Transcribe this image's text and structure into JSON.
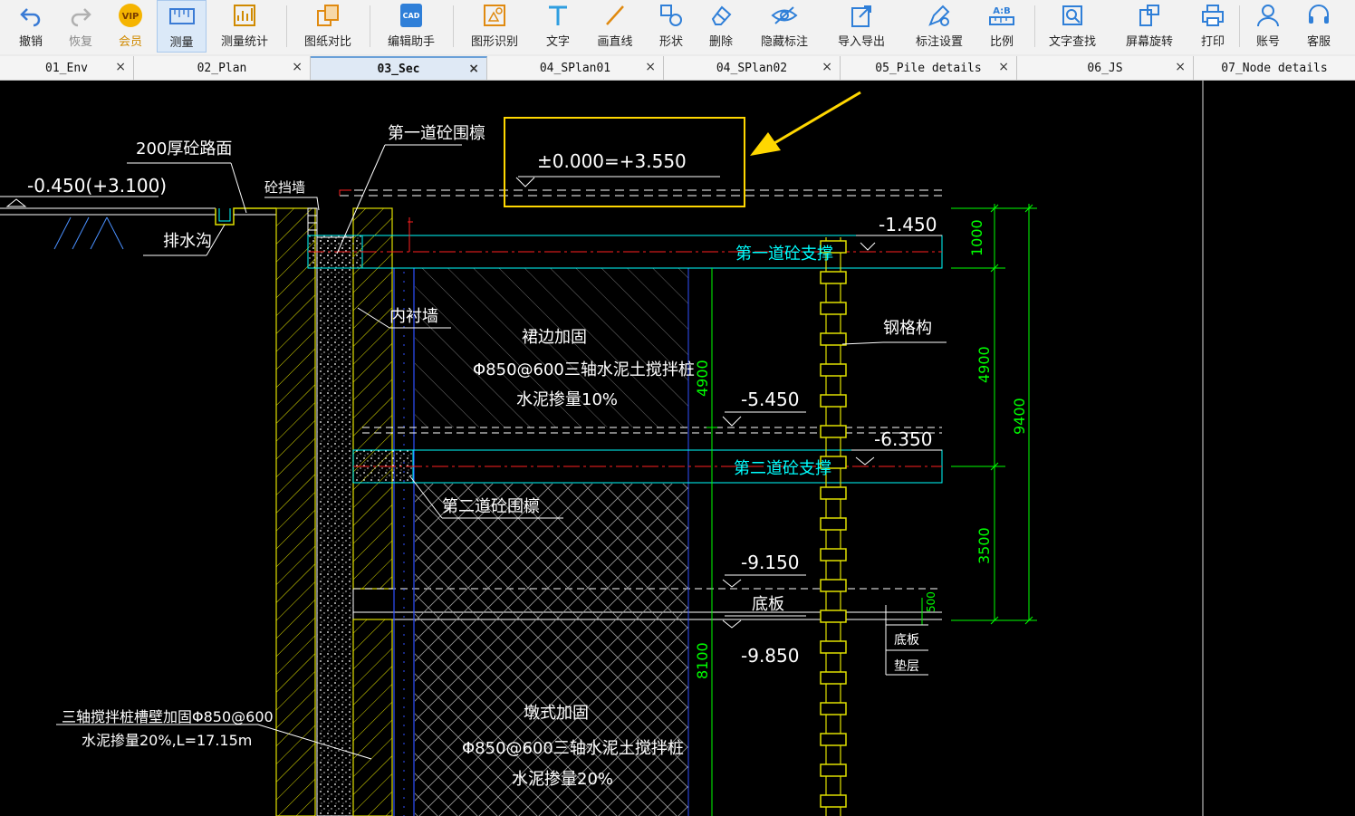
{
  "toolbar": {
    "undo": "撤销",
    "redo": "恢复",
    "vip": "会员",
    "vip_badge": "VIP",
    "measure": "测量",
    "measure_stats": "测量统计",
    "compare": "图纸对比",
    "edit_helper": "编辑助手",
    "edit_helper_badge": "CAD",
    "shape_recognize": "图形识别",
    "text": "文字",
    "draw_line": "画直线",
    "shape": "形状",
    "delete": "删除",
    "hide_marks": "隐藏标注",
    "import_export": "导入导出",
    "mark_settings": "标注设置",
    "scale": "比例",
    "scale_badge": "A:B",
    "text_search": "文字查找",
    "rotate_screen": "屏幕旋转",
    "print": "打印",
    "account": "账号",
    "service": "客服"
  },
  "tabs": [
    "01_Env",
    "02_Plan",
    "03_Sec",
    "04_SPlan01",
    "04_SPlan02",
    "05_Pile details",
    "06_JS",
    "07_Node details"
  ],
  "active_tab": "03_Sec",
  "tab_close": "×",
  "drawing": {
    "road": "200厚砼路面",
    "ground_level": "-0.450(+3.100)",
    "first_waler": "第一道砼围檩",
    "datum": "±0.000=+3.550",
    "retaining_wall": "砼挡墙",
    "drain": "排水沟",
    "inner_wall": "内衬墙",
    "reinforce_skirt": "裙边加固",
    "skirt_pile": "Φ850@600三轴水泥土搅拌桩",
    "skirt_cement": "水泥掺量10%",
    "level_1450": "-1.450",
    "first_strut": "第一道砼支撑",
    "steel_lattice": "钢格构",
    "dim_1000": "1000",
    "dim_4900": "4900",
    "dim_9400": "9400",
    "dim_3500": "3500",
    "dim_8100": "8100",
    "dim_500": "500",
    "level_5450": "-5.450",
    "level_6350": "-6.350",
    "second_strut": "第二道砼支撑",
    "second_waler": "第二道砼围檩",
    "level_9150": "-9.150",
    "bottom_slab": "底板",
    "level_9850": "-9.850",
    "slab_label": "底板",
    "cushion": "垫层",
    "trench_wall": "三轴搅拌桩槽壁加固Φ850@600",
    "trench_cement": "水泥掺量20%,L=17.15m",
    "reinforce_pier": "墩式加固",
    "pier_pile": "Φ850@600三轴水泥土搅拌桩",
    "pier_cement": "水泥掺量20%"
  },
  "colors": {
    "cad_bg": "#000000",
    "yellow": "#ffff00",
    "cyan": "#00ffff",
    "green": "#00ff00",
    "white": "#ffffff",
    "red": "#ff0000",
    "blue": "#4060ff",
    "highlight": "#ffd700",
    "tab_active": "#dfe9f5"
  }
}
